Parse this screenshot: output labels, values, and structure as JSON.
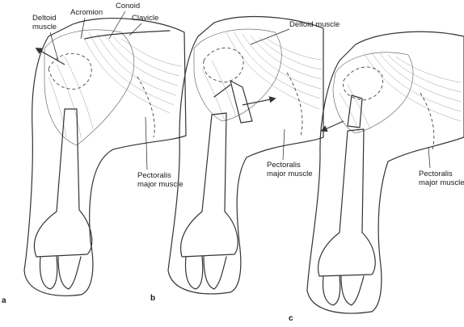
{
  "panels": [
    {
      "letter": "a",
      "labels": {
        "deltoid": [
          "Deltoid",
          "muscle"
        ],
        "acromion": "Acromion",
        "conoid": "Conoid",
        "clavicle": "Clavicle",
        "pectoralis": [
          "Pectoralis",
          "major muscle"
        ]
      }
    },
    {
      "letter": "b",
      "labels": {
        "deltoid": "Deltoid muscle",
        "pectoralis": [
          "Pectoralis",
          "major muscle"
        ]
      }
    },
    {
      "letter": "c",
      "labels": {
        "pectoralis": [
          "Pectoralis",
          "major muscle"
        ]
      }
    }
  ]
}
